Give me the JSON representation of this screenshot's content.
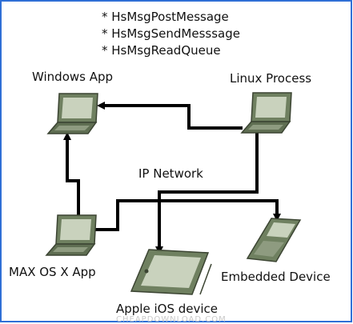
{
  "functions": [
    "* HsMsgPostMessage",
    "* HsMsgSendMesssage",
    "* HsMsgReadQueue"
  ],
  "nodes": {
    "windows_app": "Windows App",
    "linux_process": "Linux Process",
    "mac_app": "MAX OS X App",
    "embedded_device": "Embedded Device",
    "ios_device": "Apple iOS device"
  },
  "network_label": "IP Network",
  "watermark": "CHEAPDOWNLOAD.COM",
  "colors": {
    "frame": "#2f6fd6",
    "device_body": "#6f8060",
    "device_dark": "#3b4432",
    "screen": "#c9d2bd",
    "arrow": "#000000"
  },
  "edges": [
    {
      "from": "linux_process",
      "to": "windows_app"
    },
    {
      "from": "mac_app",
      "to": "windows_app"
    },
    {
      "from": "linux_process",
      "to": "ios_device"
    },
    {
      "from": "mac_app",
      "to": "embedded_device"
    }
  ]
}
